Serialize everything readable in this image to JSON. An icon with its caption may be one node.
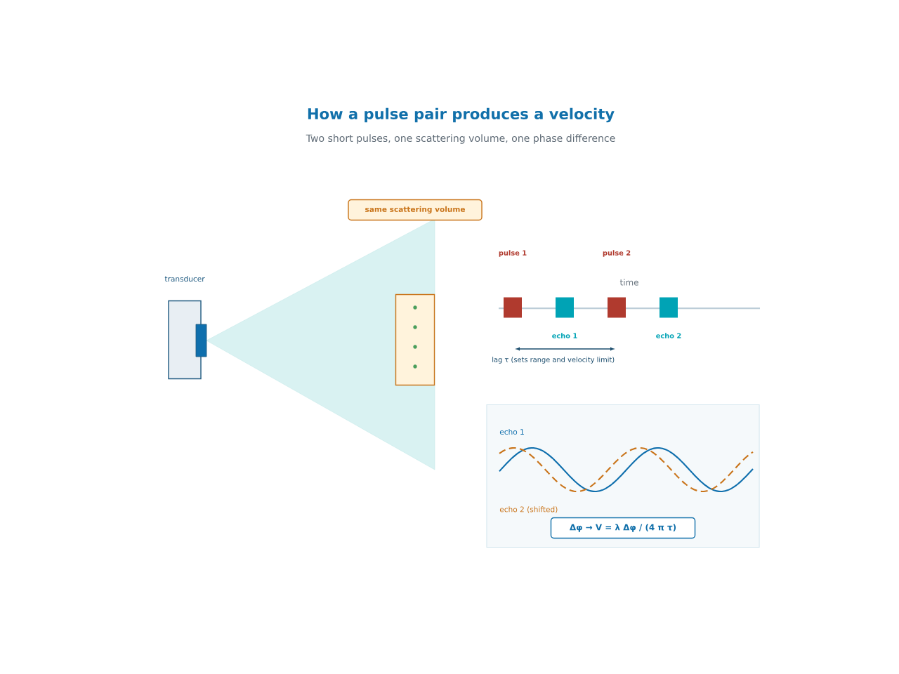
{
  "diagram": {
    "title": "How a pulse pair produces a velocity",
    "caption": "Two short pulses, one scattering volume, one phase difference",
    "nodes": [
      {
        "text": [
          "transducer"
        ]
      },
      {
        "text": [
          "same scattering volume"
        ]
      },
      {
        "text": [],
        "shape": "box"
      },
      {
        "text": [],
        "shape": "box"
      },
      {
        "text": [
          "echo 1"
        ]
      },
      {
        "text": [],
        "shape": "box"
      },
      {
        "text": [
          "echo 2"
        ]
      },
      {
        "text": [
          "echo 1",
          "echo 2 (shifted)"
        ]
      },
      {
        "text": [
          "Δφ → V = λ Δφ / (4 π τ)"
        ],
        "in": 7
      }
    ],
    "labels": [
      "pulse 1",
      "pulse 2",
      "time",
      "lag τ (sets range and velocity limit)"
    ]
  }
}
